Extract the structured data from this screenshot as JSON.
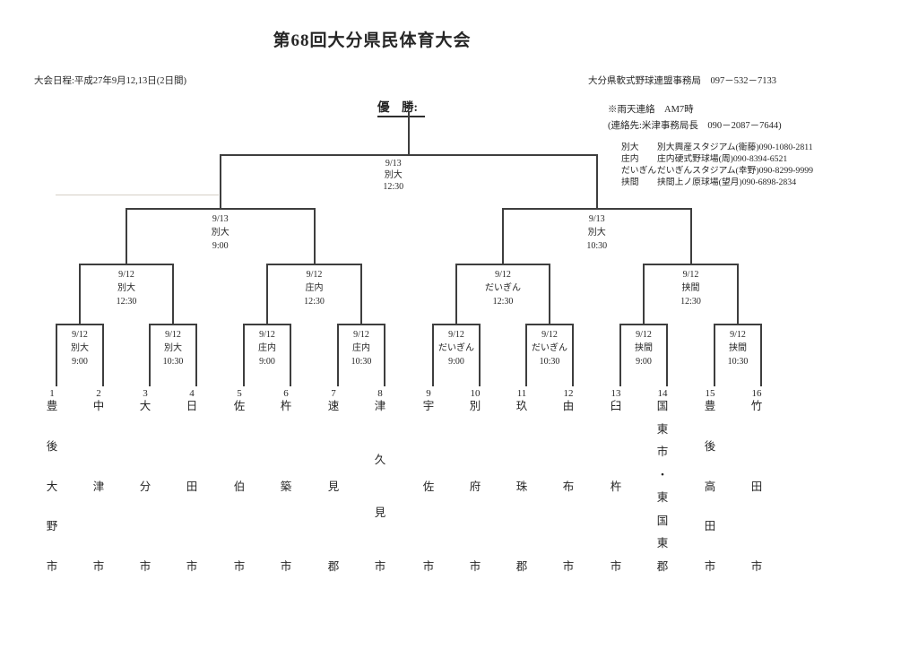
{
  "title": "第68回大分県民体育大会",
  "header": {
    "schedule": "大会日程:平成27年9月12,13日(2日間)",
    "office": "大分県軟式野球連盟事務局　097－532－7133",
    "champion_label": "優　勝:",
    "rain_notice": "※雨天連絡　AM7時",
    "rain_contact": "(連絡先:米津事務局長　090－2087－7644)"
  },
  "venues": [
    {
      "name": "別大",
      "detail": "別大興産スタジアム(衛藤)090-1080-2811"
    },
    {
      "name": "庄内",
      "detail": "庄内硬式野球場(周)090-8394-6521"
    },
    {
      "name": "だいぎん",
      "detail": "だいぎんスタジアム(幸野)090-8299-9999"
    },
    {
      "name": "挟間",
      "detail": "挟間上ノ原球場(望月)090-6898-2834"
    }
  ],
  "bracket": {
    "final": {
      "date": "9/13",
      "venue": "別大",
      "time": "12:30"
    },
    "semifinals": [
      {
        "date": "9/13",
        "venue": "別大",
        "time": "9:00"
      },
      {
        "date": "9/13",
        "venue": "別大",
        "time": "10:30"
      }
    ],
    "quarterfinals": [
      {
        "date": "9/12",
        "venue": "別大",
        "time": "12:30"
      },
      {
        "date": "9/12",
        "venue": "庄内",
        "time": "12:30"
      },
      {
        "date": "9/12",
        "venue": "だいぎん",
        "time": "12:30"
      },
      {
        "date": "9/12",
        "venue": "挟間",
        "time": "12:30"
      }
    ],
    "round1": [
      {
        "date": "9/12",
        "venue": "別大",
        "time": "9:00"
      },
      {
        "date": "9/12",
        "venue": "別大",
        "time": "10:30"
      },
      {
        "date": "9/12",
        "venue": "庄内",
        "time": "9:00"
      },
      {
        "date": "9/12",
        "venue": "庄内",
        "time": "10:30"
      },
      {
        "date": "9/12",
        "venue": "だいぎん",
        "time": "9:00"
      },
      {
        "date": "9/12",
        "venue": "だいぎん",
        "time": "10:30"
      },
      {
        "date": "9/12",
        "venue": "挟間",
        "time": "9:00"
      },
      {
        "date": "9/12",
        "venue": "挟間",
        "time": "10:30"
      }
    ],
    "teams": [
      {
        "seed": "1",
        "name": "豊後大野市"
      },
      {
        "seed": "2",
        "name": "中津市"
      },
      {
        "seed": "3",
        "name": "大分市"
      },
      {
        "seed": "4",
        "name": "日田市"
      },
      {
        "seed": "5",
        "name": "佐伯市"
      },
      {
        "seed": "6",
        "name": "杵築市"
      },
      {
        "seed": "7",
        "name": "速見郡"
      },
      {
        "seed": "8",
        "name": "津久見市"
      },
      {
        "seed": "9",
        "name": "宇佐市"
      },
      {
        "seed": "10",
        "name": "別府市"
      },
      {
        "seed": "11",
        "name": "玖珠郡"
      },
      {
        "seed": "12",
        "name": "由布市"
      },
      {
        "seed": "13",
        "name": "臼杵市"
      },
      {
        "seed": "14",
        "name": "国東市・東国東郡"
      },
      {
        "seed": "15",
        "name": "豊後高田市"
      },
      {
        "seed": "16",
        "name": "竹田市"
      }
    ]
  },
  "colors": {
    "line": "#3e3e3e",
    "faint_line": "#d6cfc6",
    "text": "#262626"
  }
}
